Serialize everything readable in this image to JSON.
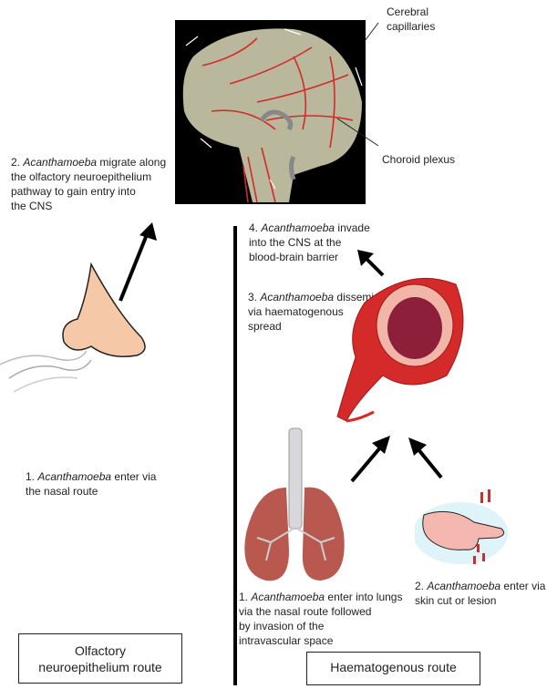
{
  "brain": {
    "label_capillaries": "Cerebral\ncapillaries",
    "label_choroid": "Choroid plexus"
  },
  "olfactory": {
    "step2": {
      "num": "2. ",
      "organism": "Acanthamoeba",
      "text": " migrate along\nthe olfactory neuroepithelium\npathway to gain entry into\nthe CNS"
    },
    "step1": {
      "num": "1. ",
      "organism": "Acanthamoeba",
      "text": " enter via\nthe nasal route"
    },
    "route_label": "Olfactory\nneuroepithelium route"
  },
  "haematogenous": {
    "step4": {
      "num": "4. ",
      "organism": "Acanthamoeba",
      "text": " invade\ninto the CNS at the\nblood-brain barrier"
    },
    "step3": {
      "num": "3. ",
      "organism": "Acanthamoeba",
      "text": " disseminate\nvia haematogenous\nspread"
    },
    "step1": {
      "num": "1. ",
      "organism": "Acanthamoeba",
      "text": " enter into lungs\nvia the nasal route followed\nby invasion of the\nintravascular space"
    },
    "step2": {
      "num": "2. ",
      "organism": "Acanthamoeba",
      "text": " enter via\nskin cut or lesion"
    },
    "route_label": "Haematogenous route"
  },
  "colors": {
    "vessel": "#d42a2a",
    "brain": "#b9b79c",
    "skin": "#f5c9a8",
    "lung": "#b8584f"
  }
}
